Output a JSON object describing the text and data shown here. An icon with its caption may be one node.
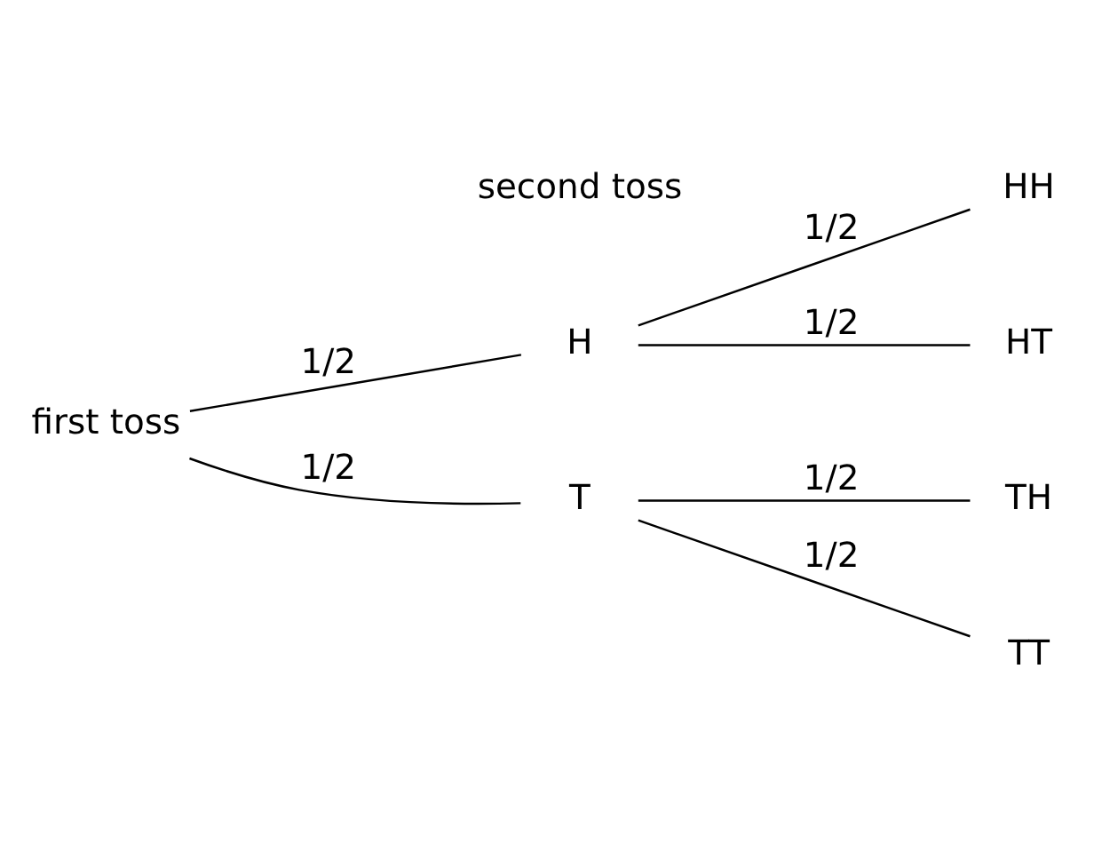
{
  "diagram": {
    "nodes": [
      {
        "text": [
          "first toss"
        ]
      },
      {
        "text": [
          "H"
        ]
      },
      {
        "text": [
          "T"
        ]
      },
      {
        "text": [
          "HH"
        ]
      },
      {
        "text": [
          "HT"
        ]
      },
      {
        "text": [
          "TH"
        ]
      },
      {
        "text": [
          "TT"
        ]
      }
    ],
    "edges": [
      {
        "from": 0,
        "to": 1,
        "arrow": "none",
        "label": "1/2"
      },
      {
        "from": 0,
        "to": 2,
        "arrow": "none",
        "label": "1/2"
      },
      {
        "from": 1,
        "to": 3,
        "arrow": "none",
        "label": "1/2"
      },
      {
        "from": 1,
        "to": 4,
        "arrow": "none",
        "label": "1/2"
      },
      {
        "from": 2,
        "to": 5,
        "arrow": "none",
        "label": "1/2"
      },
      {
        "from": 2,
        "to": 6,
        "arrow": "none",
        "label": "1/2"
      }
    ],
    "labels": [
      "second toss"
    ]
  }
}
